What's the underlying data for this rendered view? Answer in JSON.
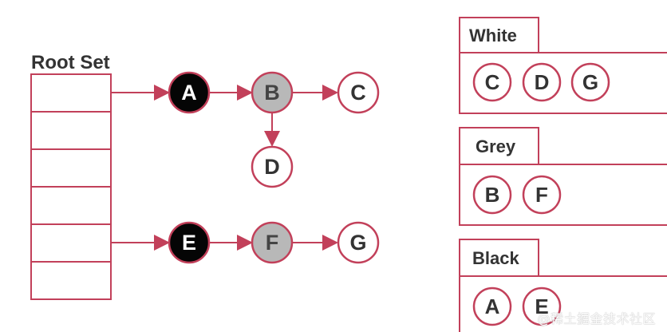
{
  "root_set": {
    "title": "Root Set"
  },
  "graph": {
    "nodes": {
      "A": "A",
      "B": "B",
      "C": "C",
      "D": "D",
      "E": "E",
      "F": "F",
      "G": "G"
    }
  },
  "sets": {
    "white": {
      "title": "White",
      "items": [
        "C",
        "D",
        "G"
      ]
    },
    "grey": {
      "title": "Grey",
      "items": [
        "B",
        "F"
      ]
    },
    "black": {
      "title": "Black",
      "items": [
        "A",
        "E"
      ]
    }
  },
  "colors": {
    "outline": "#c2405a",
    "black_fill": "#050505",
    "grey_fill": "#b8b8b8",
    "white_fill": "#ffffff",
    "text_dark": "#333333",
    "text_light": "#ffffff"
  },
  "watermark": "@稀土掘金技术社区"
}
